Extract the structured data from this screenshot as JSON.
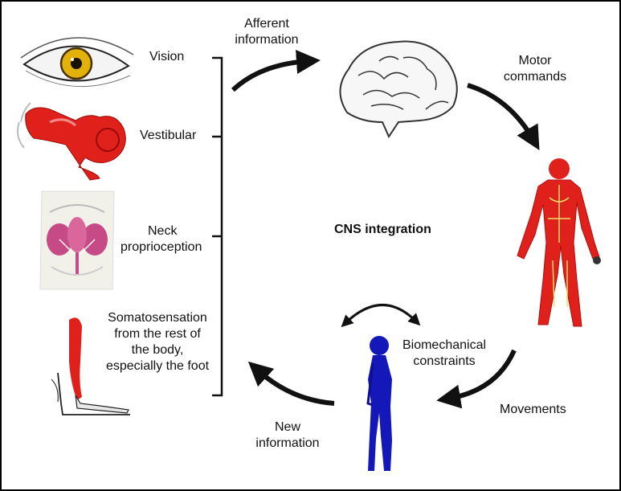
{
  "labels": {
    "vision": "Vision",
    "vestibular": "Vestibular",
    "neck_1": "Neck",
    "neck_2": "proprioception",
    "soma_1": "Somatosensation",
    "soma_2": "from the rest of",
    "soma_3": "the body,",
    "soma_4": "especially the foot",
    "afferent_1": "Afferent",
    "afferent_2": "information",
    "motor_1": "Motor",
    "motor_2": "commands",
    "cns": "CNS integration",
    "biomech_1": "Biomechanical",
    "biomech_2": "constraints",
    "movements": "Movements",
    "newinfo_1": "New",
    "newinfo_2": "information"
  },
  "colors": {
    "arrow": "#111111",
    "eye_iris": "#e2b10a",
    "muscle_red": "#e0201a",
    "tendon_yellow": "#e8e06a",
    "neck_muscle": "#c64a86",
    "figure_blue": "#1518b8"
  },
  "icons": [
    "eye-icon",
    "inner-ear-icon",
    "neck-muscles-icon",
    "leg-foot-icon",
    "brain-icon",
    "muscle-body-icon",
    "human-figure-icon"
  ]
}
